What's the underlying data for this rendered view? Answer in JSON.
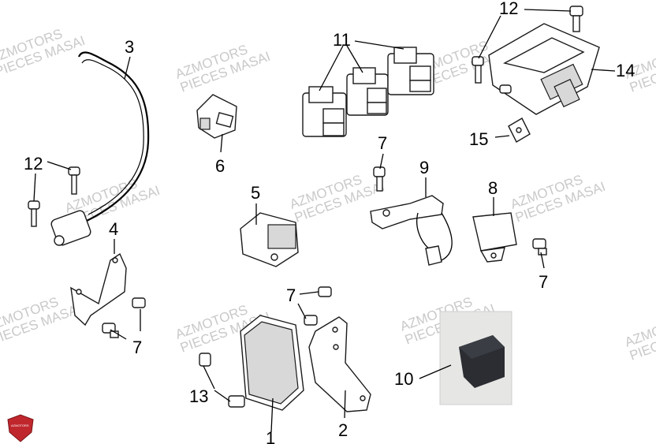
{
  "watermark": {
    "line1": "AZMOTORS",
    "line2": "PIECES MASAI"
  },
  "callouts": {
    "c1": "1",
    "c2": "2",
    "c3": "3",
    "c4": "4",
    "c5": "5",
    "c6": "6",
    "c7": "7",
    "c8": "8",
    "c9": "9",
    "c10": "10",
    "c11": "11",
    "c12": "12",
    "c13": "13",
    "c14": "14",
    "c15": "15"
  },
  "logo": {
    "text": "AZMOTORS",
    "color": "#c0272d"
  },
  "colors": {
    "watermark": "#c9c9c9",
    "line": "#1a1a1a",
    "photo_bg": "#e6e6e4",
    "photo_box": "#2b2d33"
  }
}
